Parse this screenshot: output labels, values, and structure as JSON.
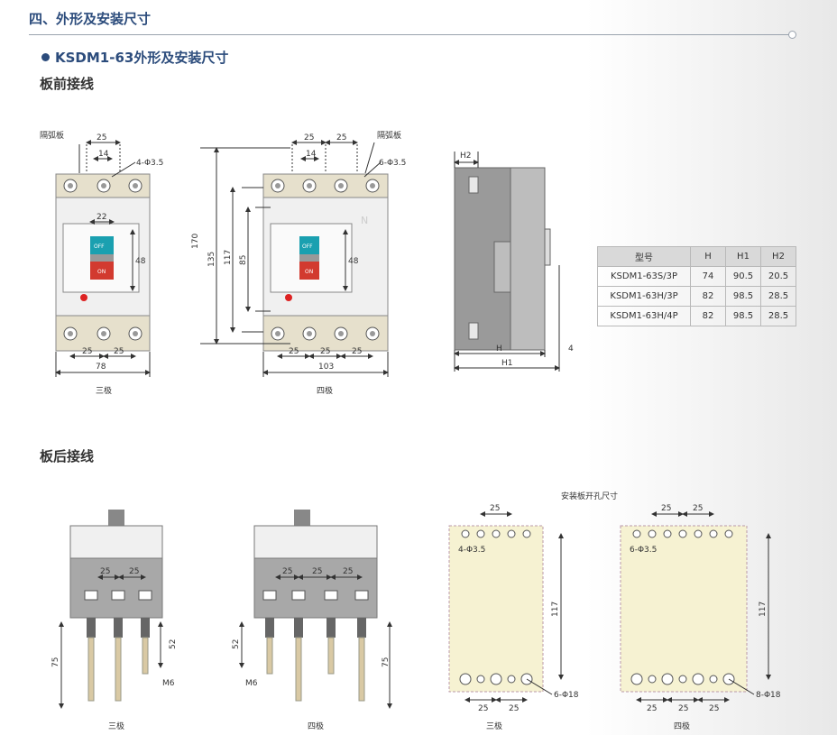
{
  "header": {
    "title": "四、外形及安装尺寸"
  },
  "subtitle": "KSDM1-63外形及安装尺寸",
  "sections": {
    "front": "板前接线",
    "back": "板后接线"
  },
  "front": {
    "arc_plate": "隔弧板",
    "dim_25": "25",
    "dim_14": "14",
    "dim_22": "22",
    "dim_48": "48",
    "hole_3p": "4-Φ3.5",
    "hole_4p": "6-Φ3.5",
    "dim_170": "170",
    "dim_135": "135",
    "dim_117": "117",
    "dim_85": "85",
    "w_78": "78",
    "w_103": "103",
    "off": "OFF",
    "on": "ON",
    "n": "N",
    "label_3p": "三极",
    "label_4p": "四极",
    "h2": "H2",
    "h": "H",
    "h1": "H1",
    "dim_4": "4"
  },
  "table": {
    "headers": [
      "型号",
      "H",
      "H1",
      "H2"
    ],
    "rows": [
      [
        "KSDM1-63S/3P",
        "74",
        "90.5",
        "20.5"
      ],
      [
        "KSDM1-63H/3P",
        "82",
        "98.5",
        "28.5"
      ],
      [
        "KSDM1-63H/4P",
        "82",
        "98.5",
        "28.5"
      ]
    ]
  },
  "back": {
    "dim_25": "25",
    "dim_52": "52",
    "dim_75": "75",
    "dim_m6": "M6",
    "dim_117": "117",
    "cutout_title": "安装板开孔尺寸",
    "hole_small_3p": "4-Φ3.5",
    "hole_small_4p": "6-Φ3.5",
    "hole_big_3p": "6-Φ18",
    "hole_big_4p": "8-Φ18",
    "label_3p": "三极",
    "label_4p": "四极"
  }
}
